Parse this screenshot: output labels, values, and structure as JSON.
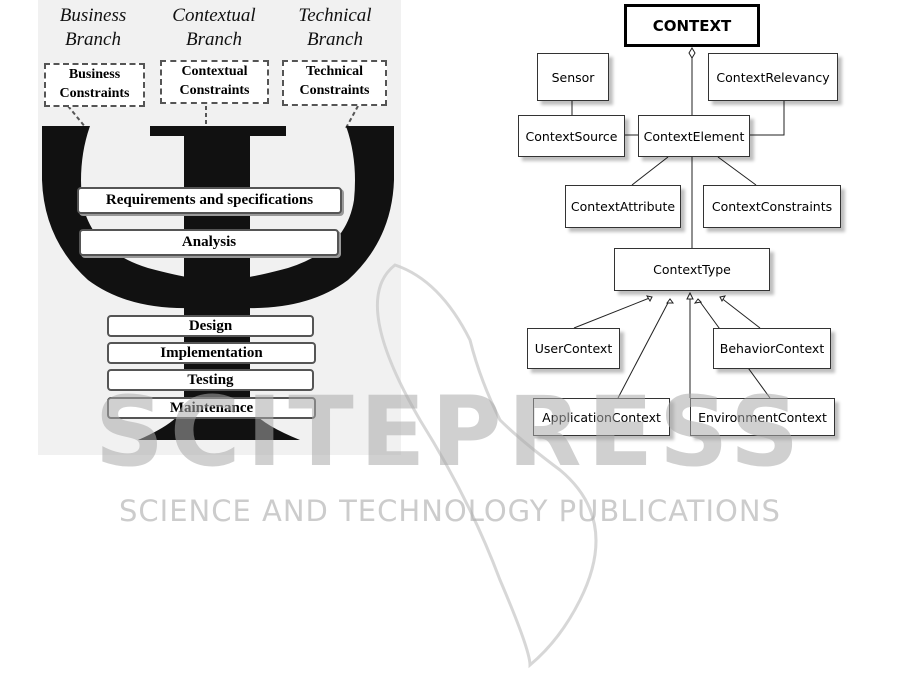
{
  "left_diagram": {
    "branches": [
      {
        "line1": "Business",
        "line2": "Branch"
      },
      {
        "line1": "Contextual",
        "line2": "Branch"
      },
      {
        "line1": "Technical",
        "line2": "Branch"
      }
    ],
    "constraints": [
      {
        "line1": "Business",
        "line2": "Constraints"
      },
      {
        "line1": "Contextual",
        "line2": "Constraints"
      },
      {
        "line1": "Technical",
        "line2": "Constraints"
      }
    ],
    "stages": {
      "requirements": "Requirements and specifications",
      "analysis": "Analysis",
      "design": "Design",
      "implementation": "Implementation",
      "testing": "Testing",
      "maintenance": "Maintenance"
    }
  },
  "right_diagram": {
    "context": "CONTEXT",
    "sensor": "Sensor",
    "context_relevancy": "ContextRelevancy",
    "context_source": "ContextSource",
    "context_element": "ContextElement",
    "context_attribute": "ContextAttribute",
    "context_constraints": "ContextConstraints",
    "context_type": "ContextType",
    "user_context": "UserContext",
    "behavior_context": "BehaviorContext",
    "application_context": "ApplicationContext",
    "environment_context": "EnvironmentContext"
  },
  "watermark": {
    "main": "SCITEPRESS",
    "sub": "SCIENCE AND TECHNOLOGY PUBLICATIONS"
  }
}
